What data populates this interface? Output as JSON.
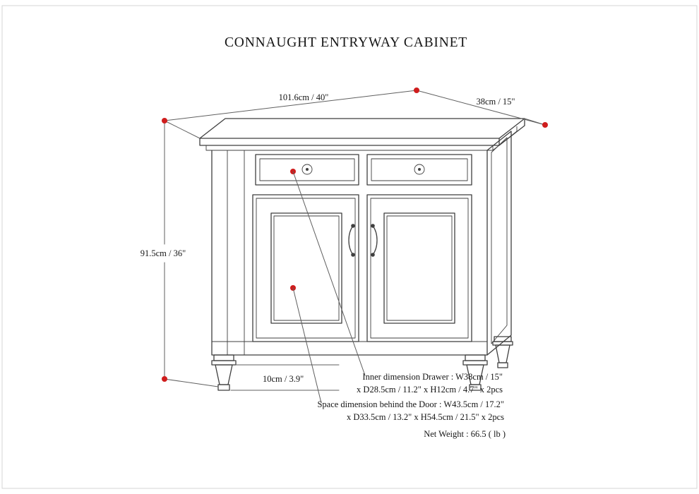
{
  "title": "CONNAUGHT ENTRYWAY CABINET",
  "dimensions": {
    "width": "101.6cm / 40\"",
    "depth": "38cm / 15\"",
    "height": "91.5cm / 36\"",
    "leg": "10cm / 3.9\""
  },
  "annotations": {
    "drawer_line1": "Inner dimension Drawer : W38cm / 15\"",
    "drawer_line2": "x D28.5cm / 11.2\" x H12cm / 4.7\" x 2pcs",
    "door_line1": "Space dimension behind the Door  : W43.5cm / 17.2\"",
    "door_line2": "x D33.5cm / 13.2\" x H54.5cm / 21.5\" x 2pcs",
    "net_weight": "Net Weight : 66.5 ( lb )"
  },
  "colors": {
    "line": "#3f3f3f",
    "dimension": "#5f5f5f",
    "marker": "#cf1d1d",
    "text": "#161616"
  }
}
